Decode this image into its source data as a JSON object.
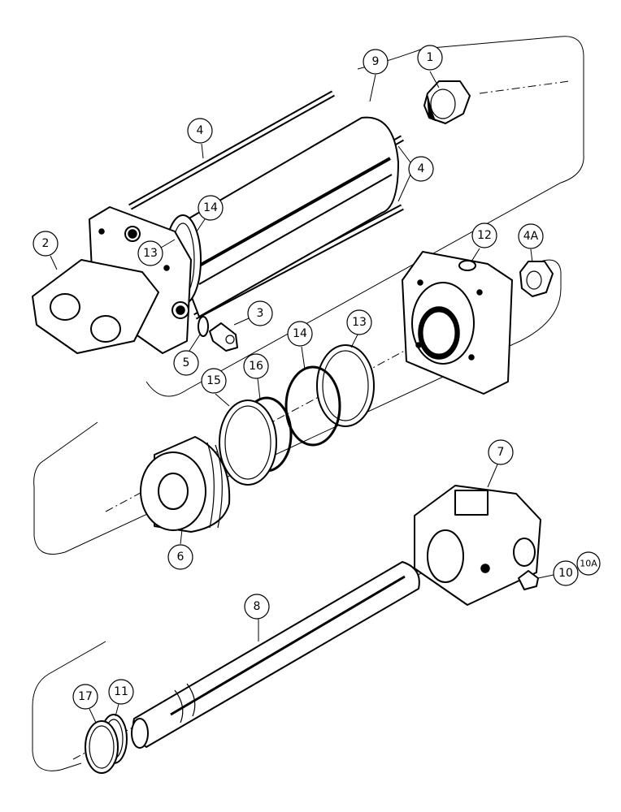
{
  "diagram": {
    "callouts": [
      {
        "key": "c1",
        "text": "1"
      },
      {
        "key": "c9",
        "text": "9"
      },
      {
        "key": "c4a",
        "text": "4"
      },
      {
        "key": "c4b",
        "text": "4"
      },
      {
        "key": "c14a",
        "text": "14"
      },
      {
        "key": "c2",
        "text": "2"
      },
      {
        "key": "c13a",
        "text": "13"
      },
      {
        "key": "c3",
        "text": "3"
      },
      {
        "key": "c5",
        "text": "5"
      },
      {
        "key": "c12",
        "text": "12"
      },
      {
        "key": "c4A",
        "text": "4A"
      },
      {
        "key": "c13b",
        "text": "13"
      },
      {
        "key": "c14b",
        "text": "14"
      },
      {
        "key": "c16",
        "text": "16"
      },
      {
        "key": "c15",
        "text": "15"
      },
      {
        "key": "c6",
        "text": "6"
      },
      {
        "key": "c7",
        "text": "7"
      },
      {
        "key": "c10",
        "text": "10"
      },
      {
        "key": "c10A",
        "text": "10A"
      },
      {
        "key": "c8",
        "text": "8"
      },
      {
        "key": "c17",
        "text": "17"
      },
      {
        "key": "c11",
        "text": "11"
      }
    ]
  }
}
